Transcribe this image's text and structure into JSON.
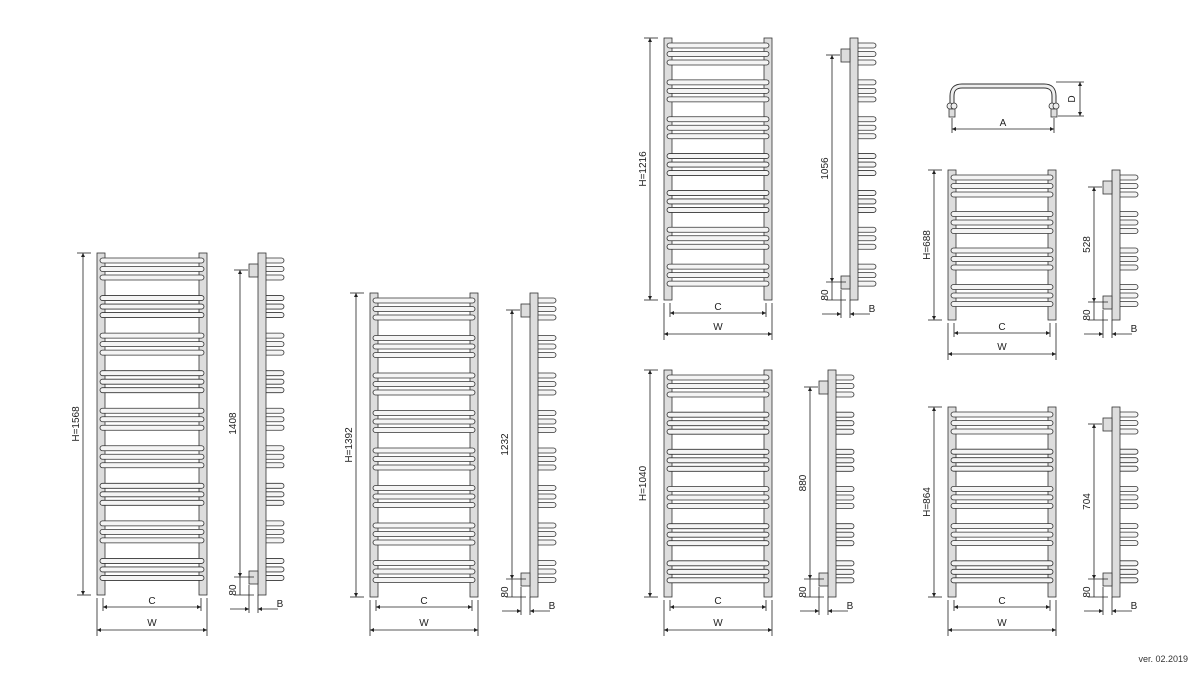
{
  "version_label": "ver. 02.2019",
  "colors": {
    "line": "#333333",
    "fill": "#dddddd"
  },
  "bracket_top_view": {
    "width_label": "A",
    "depth_label": "D"
  },
  "radiators": [
    {
      "height_label": "H=1568",
      "axis_label": "1408",
      "offset_label": "80",
      "c_label": "C",
      "w_label": "W",
      "b_label": "B"
    },
    {
      "height_label": "H=1392",
      "axis_label": "1232",
      "offset_label": "80",
      "c_label": "C",
      "w_label": "W",
      "b_label": "B"
    },
    {
      "height_label": "H=1216",
      "axis_label": "1056",
      "offset_label": "80",
      "c_label": "C",
      "w_label": "W",
      "b_label": "B"
    },
    {
      "height_label": "H=1040",
      "axis_label": "880",
      "offset_label": "80",
      "c_label": "C",
      "w_label": "W",
      "b_label": "B"
    },
    {
      "height_label": "H=688",
      "axis_label": "528",
      "offset_label": "80",
      "c_label": "C",
      "w_label": "W",
      "b_label": "B"
    },
    {
      "height_label": "H=864",
      "axis_label": "704",
      "offset_label": "80",
      "c_label": "C",
      "w_label": "W",
      "b_label": "B"
    }
  ]
}
